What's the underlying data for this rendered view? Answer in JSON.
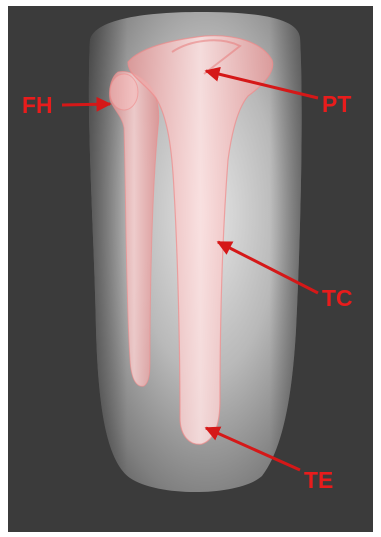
{
  "labels": {
    "fh": "FH",
    "pt": "PT",
    "tc": "TC",
    "te": "TE"
  },
  "colors": {
    "background": "#3b3b3b",
    "label": "#e81c1c",
    "arrow": "#d51818",
    "bone": "#f4a6a6"
  }
}
